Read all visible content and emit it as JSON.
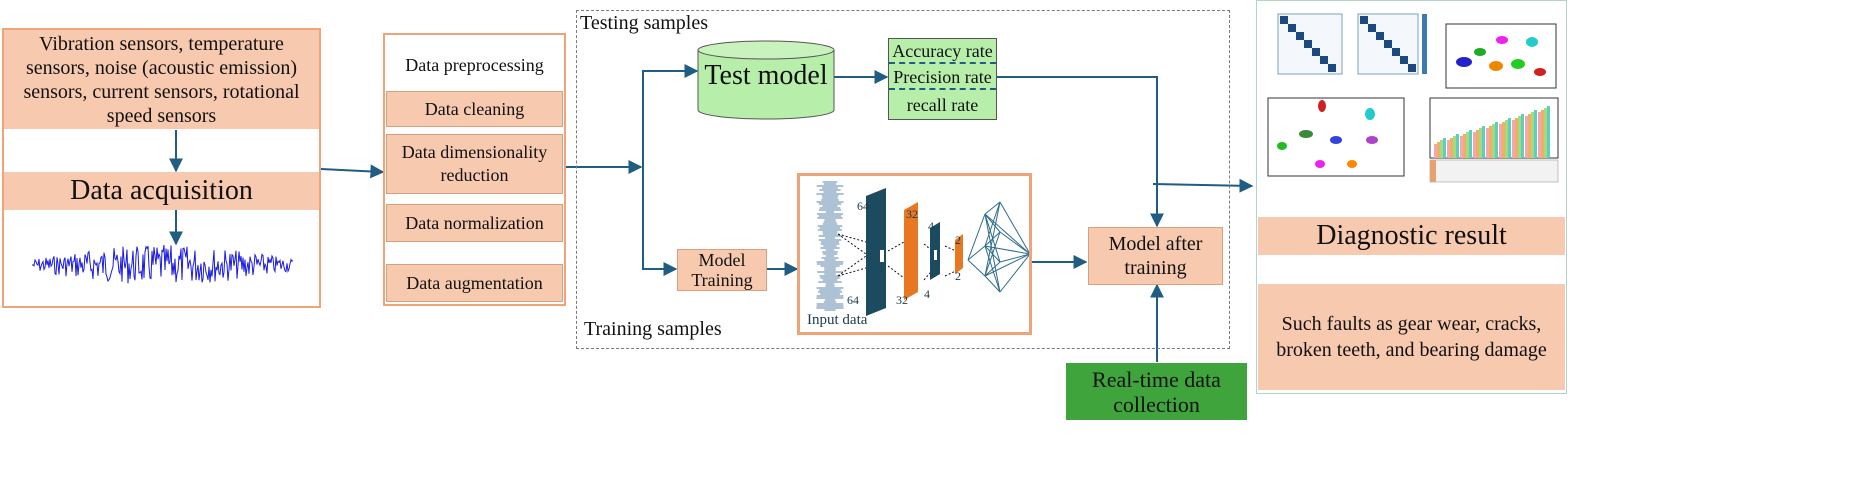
{
  "colors": {
    "arrow": "#1f5d82",
    "peach": "#f7c9ae",
    "orange_border": "#eea37a",
    "light_green": "#b7eeaa",
    "dark_green": "#3fa43b",
    "signal_blue": "#1a1ae6",
    "cnn_dark": "#1c4a5e",
    "cnn_orange": "#e87722"
  },
  "acquisition": {
    "sensors": "Vibration sensors, temperature sensors, noise (acoustic emission) sensors, current sensors, rotational speed sensors",
    "title": "Data acquisition"
  },
  "preprocessing": {
    "title": "Data preprocessing",
    "steps": [
      "Data cleaning",
      "Data dimensionality reduction",
      "Data normalization",
      "Data augmentation"
    ]
  },
  "testing": {
    "label": "Testing samples",
    "model": "Test model",
    "metrics": [
      "Accuracy rate",
      "Precision rate",
      "recall rate"
    ]
  },
  "training": {
    "label": "Training samples",
    "model_training": "Model Training",
    "input_label": "Input data",
    "dims": {
      "a": "64",
      "b": "64",
      "c": "32",
      "d": "32",
      "e": "4",
      "f": "4",
      "g": "2",
      "h": "2"
    },
    "after": "Model after training"
  },
  "realtime": "Real-time data collection",
  "result": {
    "title": "Diagnostic result",
    "faults": "Such faults as gear wear, cracks, broken teeth, and bearing damage"
  }
}
